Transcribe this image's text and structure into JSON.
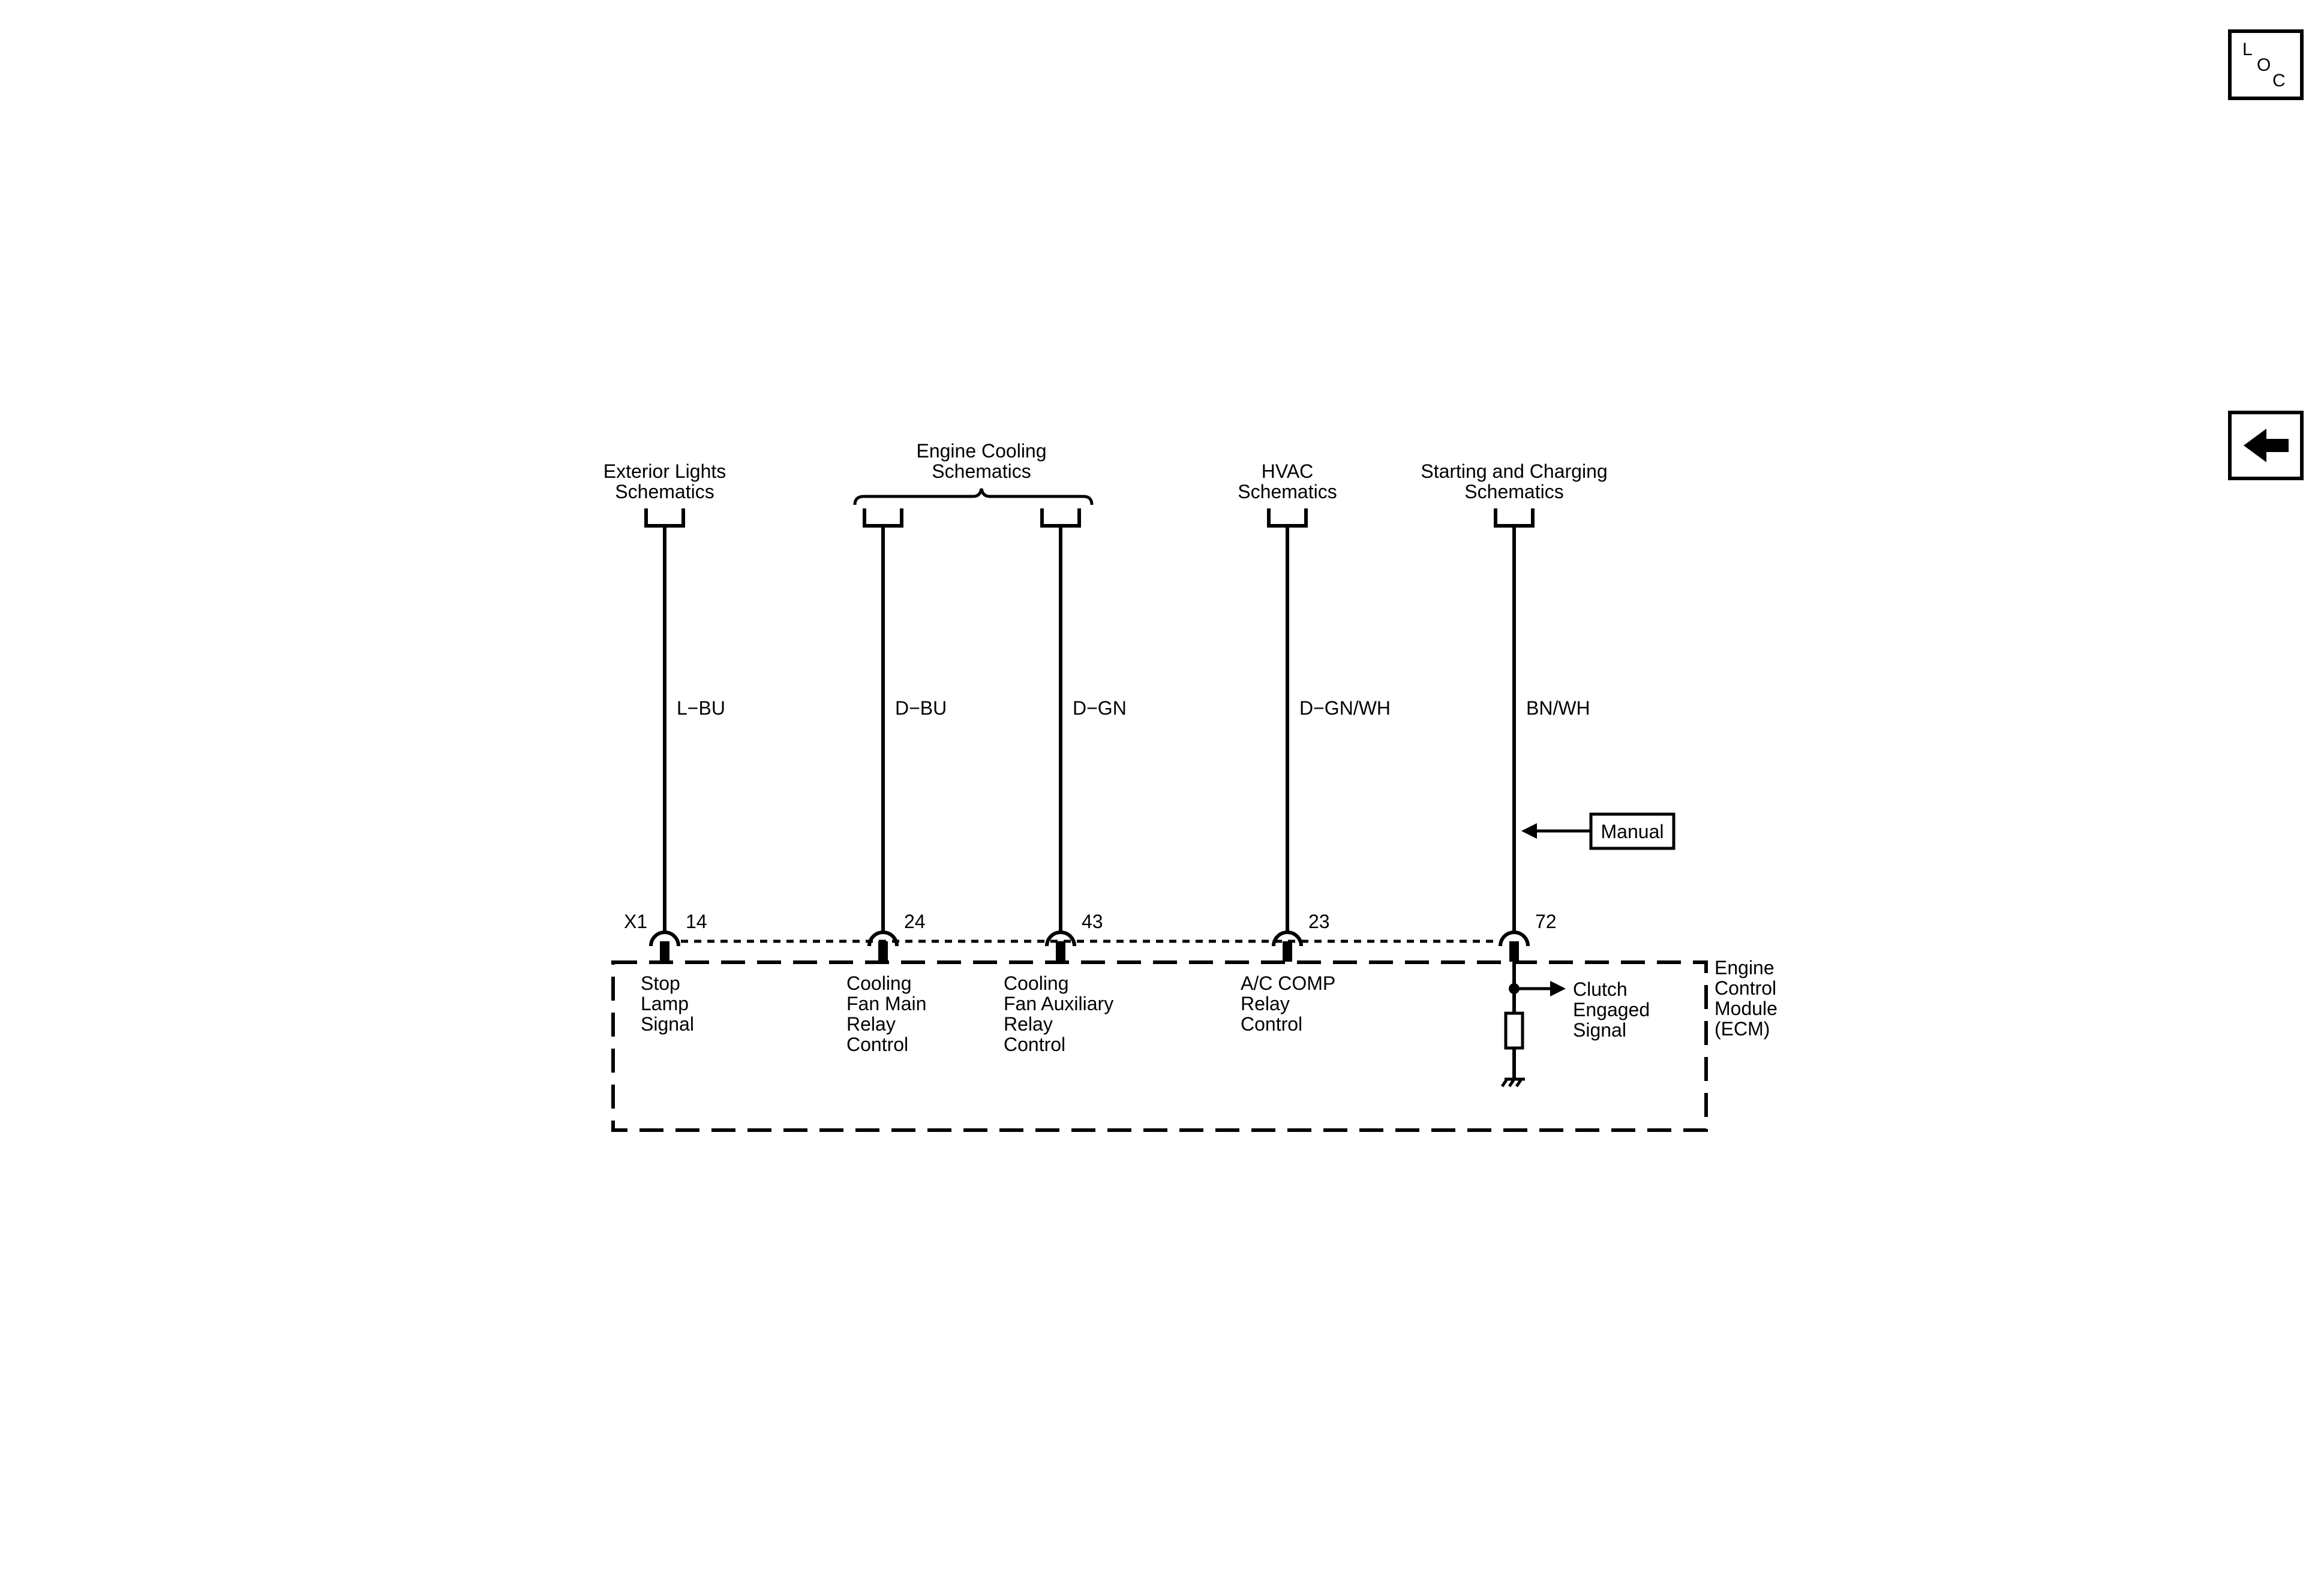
{
  "nav": {
    "loc_button": {
      "letters": [
        "L",
        "O",
        "C"
      ]
    },
    "back_button": {
      "icon": "arrow-left-icon"
    }
  },
  "schematic_refs": {
    "exterior_lights": [
      "Exterior Lights",
      "Schematics"
    ],
    "engine_cooling": [
      "Engine Cooling",
      "Schematics"
    ],
    "hvac": [
      "HVAC",
      "Schematics"
    ],
    "starting_charging": [
      "Starting and Charging",
      "Schematics"
    ]
  },
  "connector": {
    "id": "X1"
  },
  "circuits": [
    {
      "pin": "14",
      "wire_color": "L−BU",
      "function": [
        "Stop",
        "Lamp",
        "Signal"
      ]
    },
    {
      "pin": "24",
      "wire_color": "D−BU",
      "function": [
        "Cooling",
        "Fan Main",
        "Relay",
        "Control"
      ]
    },
    {
      "pin": "43",
      "wire_color": "D−GN",
      "function": [
        "Cooling",
        "Fan Auxiliary",
        "Relay",
        "Control"
      ]
    },
    {
      "pin": "23",
      "wire_color": "D−GN/WH",
      "function": [
        "A/C COMP",
        "Relay",
        "Control"
      ]
    },
    {
      "pin": "72",
      "wire_color": "BN/WH",
      "function": []
    }
  ],
  "option_callout": {
    "label": "Manual"
  },
  "internal_output": {
    "label": [
      "Clutch",
      "Engaged",
      "Signal"
    ]
  },
  "module": {
    "name": [
      "Engine",
      "Control",
      "Module",
      "(ECM)"
    ]
  }
}
